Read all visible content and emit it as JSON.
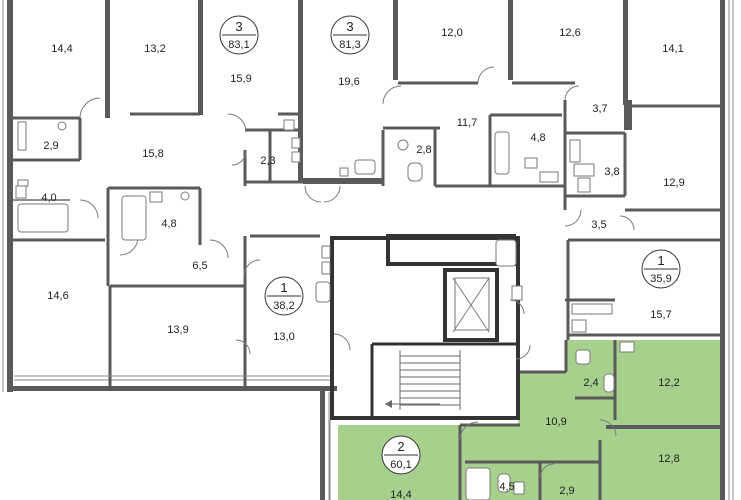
{
  "colors": {
    "highlight": "#a8d08d",
    "wall": "#5a5a5a",
    "core_wall": "#333333",
    "background": "#ffffff"
  },
  "apartments": [
    {
      "rooms": "3",
      "total": "83,1"
    },
    {
      "rooms": "3",
      "total": "81,3"
    },
    {
      "rooms": "1",
      "total": "38,2"
    },
    {
      "rooms": "1",
      "total": "35,9"
    },
    {
      "rooms": "2",
      "total": "60,1"
    }
  ],
  "rooms": [
    "14,4",
    "13,2",
    "15,9",
    "19,6",
    "12,0",
    "12,6",
    "14,1",
    "2,9",
    "15,8",
    "2,3",
    "2,8",
    "11,7",
    "4,8",
    "3,7",
    "4,0",
    "4,8",
    "3,8",
    "12,9",
    "6,5",
    "3,5",
    "14,6",
    "13,9",
    "13,0",
    "15,7",
    "2,4",
    "12,2",
    "10,9",
    "12,8",
    "14,4",
    "4,5",
    "2,9"
  ]
}
